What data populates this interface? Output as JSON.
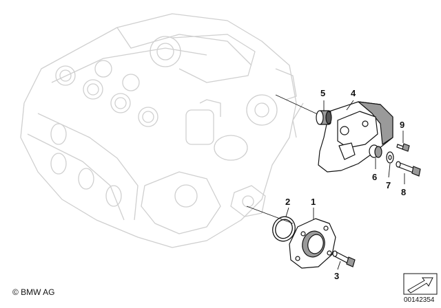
{
  "diagram": {
    "callouts": {
      "c1": "1",
      "c2": "2",
      "c3": "3",
      "c4": "4",
      "c5": "5",
      "c6": "6",
      "c7": "7",
      "c8": "8",
      "c9": "9"
    },
    "copyright": "© BMW AG",
    "document_number": "00142354"
  },
  "colors": {
    "engine_ghost": "#cfcfcf",
    "part_line": "#111111",
    "part_fill": "#ffffff",
    "part_shade": "#9a9a9a"
  }
}
